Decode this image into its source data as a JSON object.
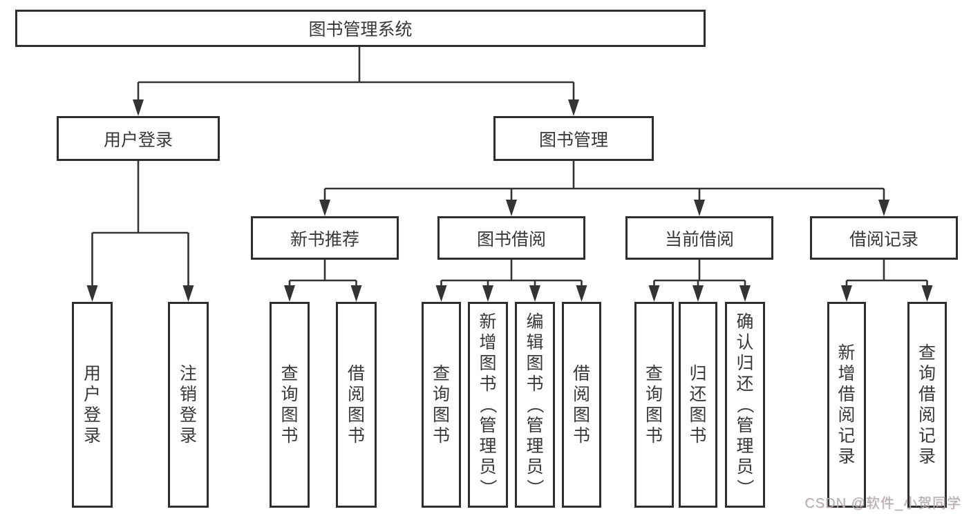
{
  "diagram": {
    "root": {
      "label": "图书管理系统"
    },
    "level2": [
      {
        "label": "用户登录"
      },
      {
        "label": "图书管理"
      }
    ],
    "level3": [
      {
        "label": "新书推荐"
      },
      {
        "label": "图书借阅"
      },
      {
        "label": "当前借阅"
      },
      {
        "label": "借阅记录"
      }
    ],
    "leaves": {
      "user_login": [
        {
          "label": "用户登录"
        },
        {
          "label": "注销登录"
        }
      ],
      "new_book_recommend": [
        {
          "label": "查询图书"
        },
        {
          "label": "借阅图书"
        }
      ],
      "book_borrowing": [
        {
          "label": "查询图书"
        },
        {
          "label": "新增图书（管理员）"
        },
        {
          "label": "编辑图书（管理员）"
        },
        {
          "label": "借阅图书"
        }
      ],
      "current_borrowing": [
        {
          "label": "查询图书"
        },
        {
          "label": "归还图书"
        },
        {
          "label": "确认归还（管理员）"
        }
      ],
      "borrowing_records": [
        {
          "label": "新增借阅记录"
        },
        {
          "label": "查询借阅记录"
        }
      ]
    },
    "watermark": {
      "text": "CSDN @软件_小贺同学",
      "color": "#b0b0b0"
    },
    "colors": {
      "line": "#333333",
      "box_border": "#2e2e2e",
      "text": "#383838",
      "background": "#ffffff"
    }
  }
}
